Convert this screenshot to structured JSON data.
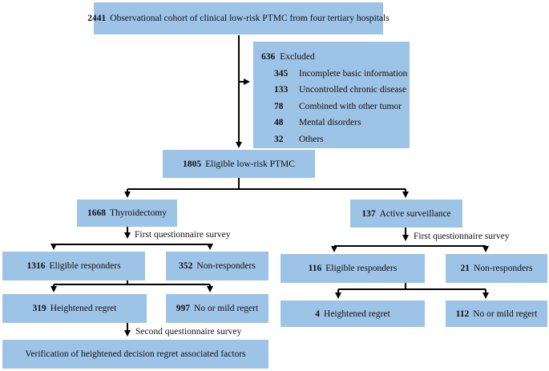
{
  "boxes": {
    "cohort": {
      "num": "2441",
      "label": "Observational cohort of clinical low-risk PTMC from four tertiary hospitals"
    },
    "excluded": {
      "num": "636",
      "label": "Excluded",
      "items": [
        {
          "num": "345",
          "label": "Incomplete basic information"
        },
        {
          "num": "133",
          "label": "Uncontrolled chronic disease"
        },
        {
          "num": "78",
          "label": "Combined with other tumor"
        },
        {
          "num": "48",
          "label": "Mental disorders"
        },
        {
          "num": "32",
          "label": "Others"
        }
      ]
    },
    "eligible": {
      "num": "1805",
      "label": "Eligible low-risk PTMC"
    },
    "thyroidectomy": {
      "num": "1668",
      "label": "Thyroidectomy"
    },
    "surveillance": {
      "num": "137",
      "label": "Active surveillance"
    },
    "thy_responders": {
      "num": "1316",
      "label": "Eligible responders"
    },
    "thy_nonresponders": {
      "num": "352",
      "label": "Non-responders"
    },
    "as_responders": {
      "num": "116",
      "label": "Eligible responders"
    },
    "as_nonresponders": {
      "num": "21",
      "label": "Non-responders"
    },
    "thy_heightened": {
      "num": "319",
      "label": "Heightened regret"
    },
    "thy_mild": {
      "num": "997",
      "label": "No or mild regert"
    },
    "as_heightened": {
      "num": "4",
      "label": "Heightened regret"
    },
    "as_mild": {
      "num": "112",
      "label": "No or mild regert"
    },
    "verification": {
      "label": "Verification of  heightened decision regret associated factors"
    }
  },
  "notes": {
    "thy_first_survey": "First questionnaire survey",
    "as_first_survey": "First questionnaire survey",
    "second_survey": "Second questionnaire survey"
  }
}
